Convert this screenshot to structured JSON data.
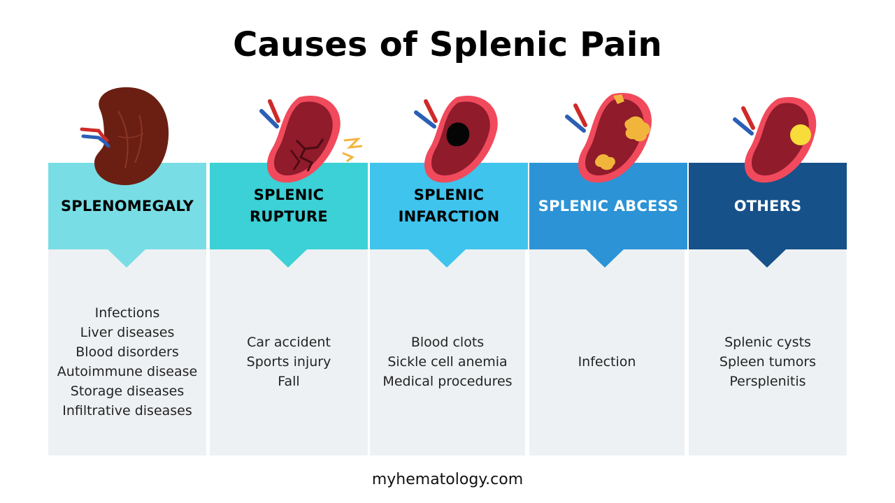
{
  "title": "Causes of Splenic Pain",
  "footer": "myhematology.com",
  "columns": [
    {
      "label": "SPLENOMEGALY",
      "panel_color": "#79dde5",
      "text_color": "#000000",
      "items": [
        "Infections",
        "Liver diseases",
        "Blood disorders",
        "Autoimmune disease",
        "Storage diseases",
        "Infiltrative diseases"
      ]
    },
    {
      "label": "SPLENIC\nRUPTURE",
      "panel_color": "#3bd1d6",
      "text_color": "#000000",
      "items": [
        "Car accident",
        "Sports injury",
        "Fall"
      ]
    },
    {
      "label": "SPLENIC\nINFARCTION",
      "panel_color": "#3fc4ee",
      "text_color": "#000000",
      "items": [
        "Blood clots",
        "Sickle cell anemia",
        "Medical procedures"
      ]
    },
    {
      "label": "SPLENIC ABCESS",
      "panel_color": "#2b93d6",
      "text_color": "#ffffff",
      "items": [
        "Infection"
      ]
    },
    {
      "label": "OTHERS",
      "panel_color": "#16518a",
      "text_color": "#ffffff",
      "items": [
        "Splenic cysts",
        "Spleen tumors",
        "Persplenitis"
      ]
    }
  ]
}
